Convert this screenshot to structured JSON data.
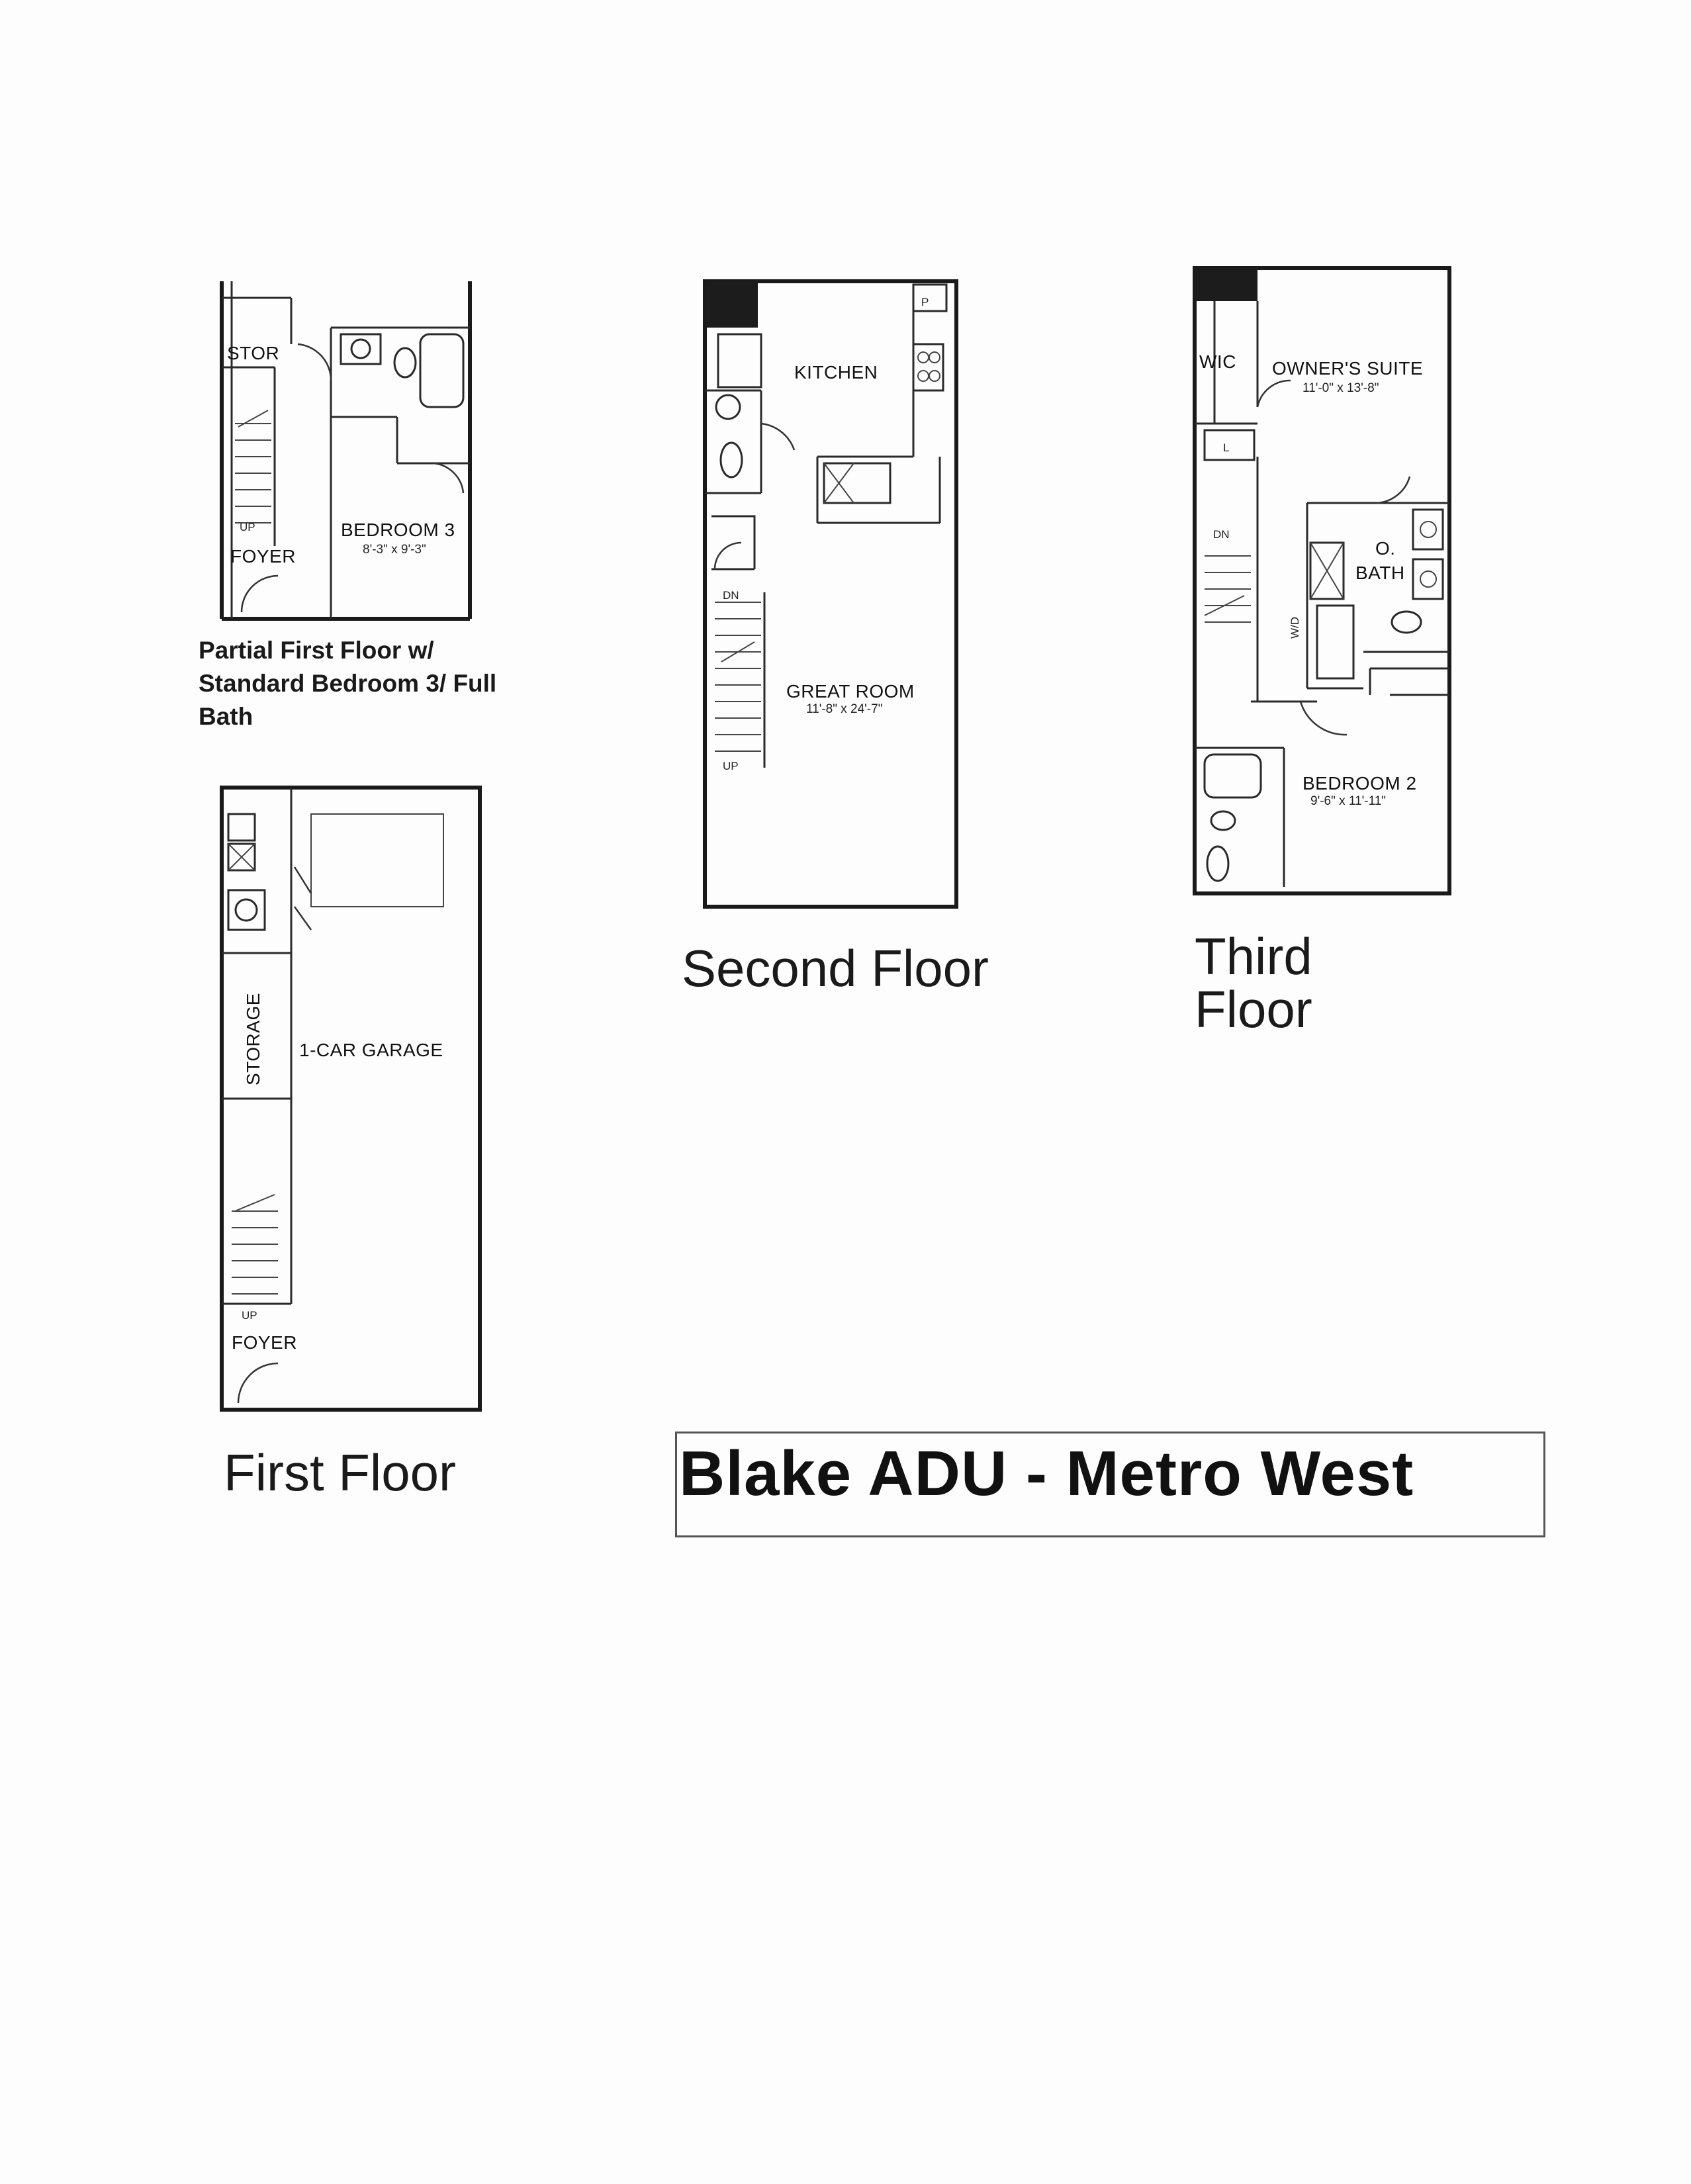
{
  "partial_first_floor": {
    "caption": "Partial First Floor w/ Standard Bedroom 3/ Full Bath",
    "rooms": {
      "stor": "STOR",
      "foyer": "FOYER",
      "up": "UP",
      "bedroom3": "BEDROOM 3",
      "bedroom3_dim": "8'-3\" x 9'-3\""
    }
  },
  "first_floor": {
    "caption": "First Floor",
    "rooms": {
      "storage": "STORAGE",
      "garage": "1-CAR GARAGE",
      "up": "UP",
      "foyer": "FOYER"
    }
  },
  "second_floor": {
    "caption": "Second Floor",
    "rooms": {
      "kitchen": "KITCHEN",
      "great_room": "GREAT ROOM",
      "great_room_dim": "11'-8\" x 24'-7\"",
      "dn": "DN",
      "up": "UP",
      "p": "P"
    }
  },
  "third_floor": {
    "caption": "Third Floor",
    "rooms": {
      "wic": "WIC",
      "owners_suite": "OWNER'S SUITE",
      "owners_suite_dim": "11'-0\" x 13'-8\"",
      "o_bath_1": "O.",
      "o_bath_2": "BATH",
      "dn": "DN",
      "wd": "W/D",
      "l": "L",
      "bedroom2": "BEDROOM 2",
      "bedroom2_dim": "9'-6\" x 11'-11\""
    }
  },
  "title": "Blake ADU - Metro West"
}
